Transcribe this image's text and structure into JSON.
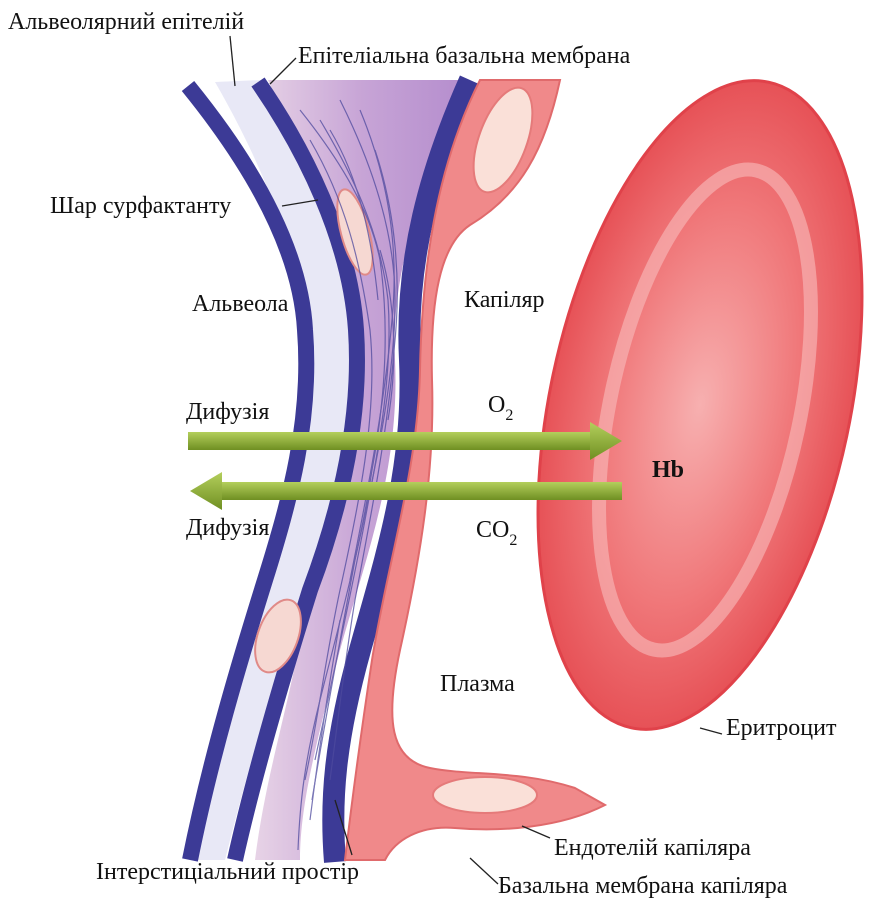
{
  "labels": {
    "alveolar_epithelium": "Альвеолярний епітелій",
    "epithelial_basement_membrane": "Епітеліальна базальна мембрана",
    "surfactant_layer": "Шар сурфактанту",
    "alveolus": "Альвеола",
    "capillary": "Капіляр",
    "diffusion_top": "Дифузія",
    "diffusion_bottom": "Дифузія",
    "o2_main": "O",
    "o2_sub": "2",
    "co2_main": "CO",
    "co2_sub": "2",
    "hb": "Hb",
    "plasma": "Плазма",
    "erythrocyte": "Еритроцит",
    "capillary_endothelium": "Ендотелій капіляра",
    "interstitial_space": "Інтерстиціальний простір",
    "capillary_basement_membrane": "Базальна мембрана капіляра"
  },
  "colors": {
    "epithelium_dark": "#3c3a96",
    "epithelium_light": "#e6e6f4",
    "interstitium": "#c9a9d8",
    "endothelium": "#f08c8c",
    "erythrocyte": "#e84c50",
    "arrow": "#8fb03a"
  }
}
